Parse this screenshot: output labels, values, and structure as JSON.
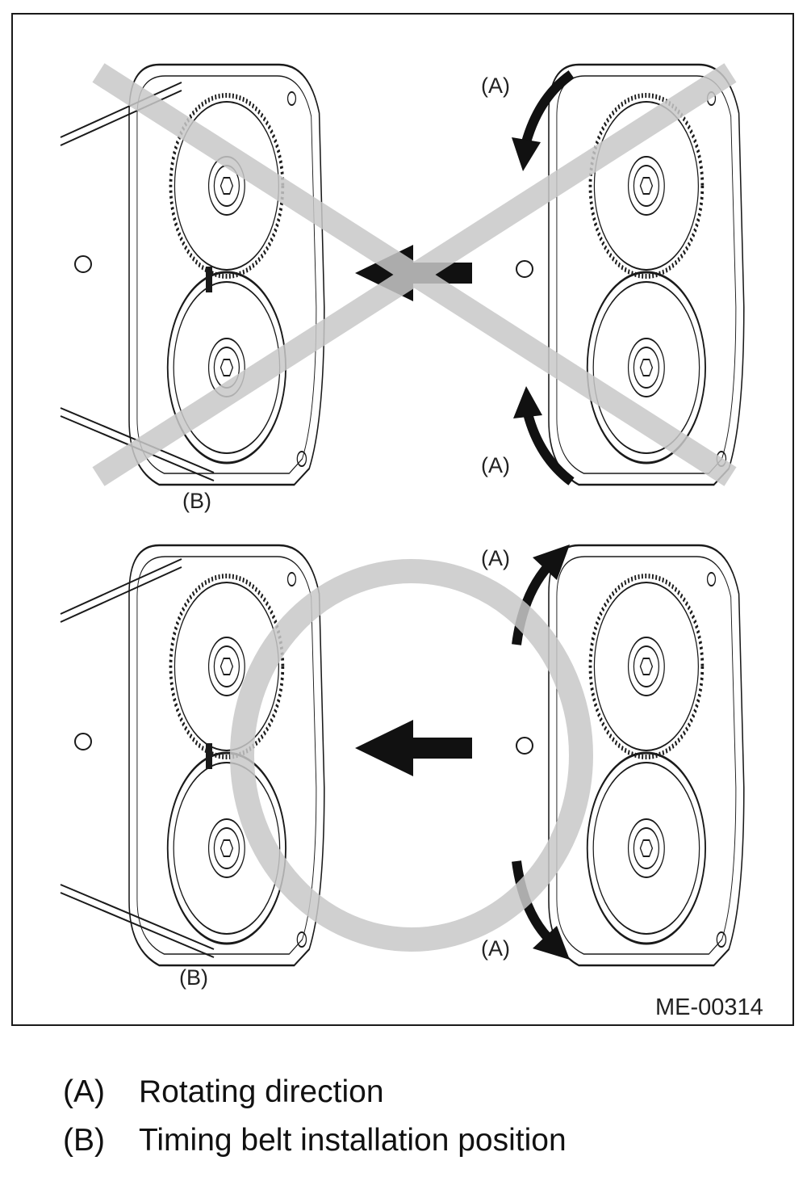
{
  "figure_code": "ME-00314",
  "labels": {
    "rotation": "(A)",
    "install_position": "(B)"
  },
  "overlays": {
    "incorrect_mark": "x-mark",
    "correct_mark": "circle-mark",
    "color": "#c8c8c8"
  },
  "panels": [
    {
      "id": "top-left",
      "verdict": "incorrect",
      "rotation_label": "",
      "position_label": "(B)"
    },
    {
      "id": "top-right",
      "verdict": "incorrect",
      "rotation_label": "(A)",
      "position_label": ""
    },
    {
      "id": "bottom-left",
      "verdict": "correct",
      "rotation_label": "",
      "position_label": "(B)"
    },
    {
      "id": "bottom-right",
      "verdict": "correct",
      "rotation_label": "(A)",
      "position_label": ""
    }
  ],
  "legend": [
    {
      "key": "(A)",
      "text": "Rotating direction"
    },
    {
      "key": "(B)",
      "text": "Timing belt installation position"
    }
  ],
  "icons": [
    "arrow-left-icon",
    "curved-arrow-icon",
    "gear-icon",
    "x-mark-icon",
    "circle-mark-icon"
  ]
}
